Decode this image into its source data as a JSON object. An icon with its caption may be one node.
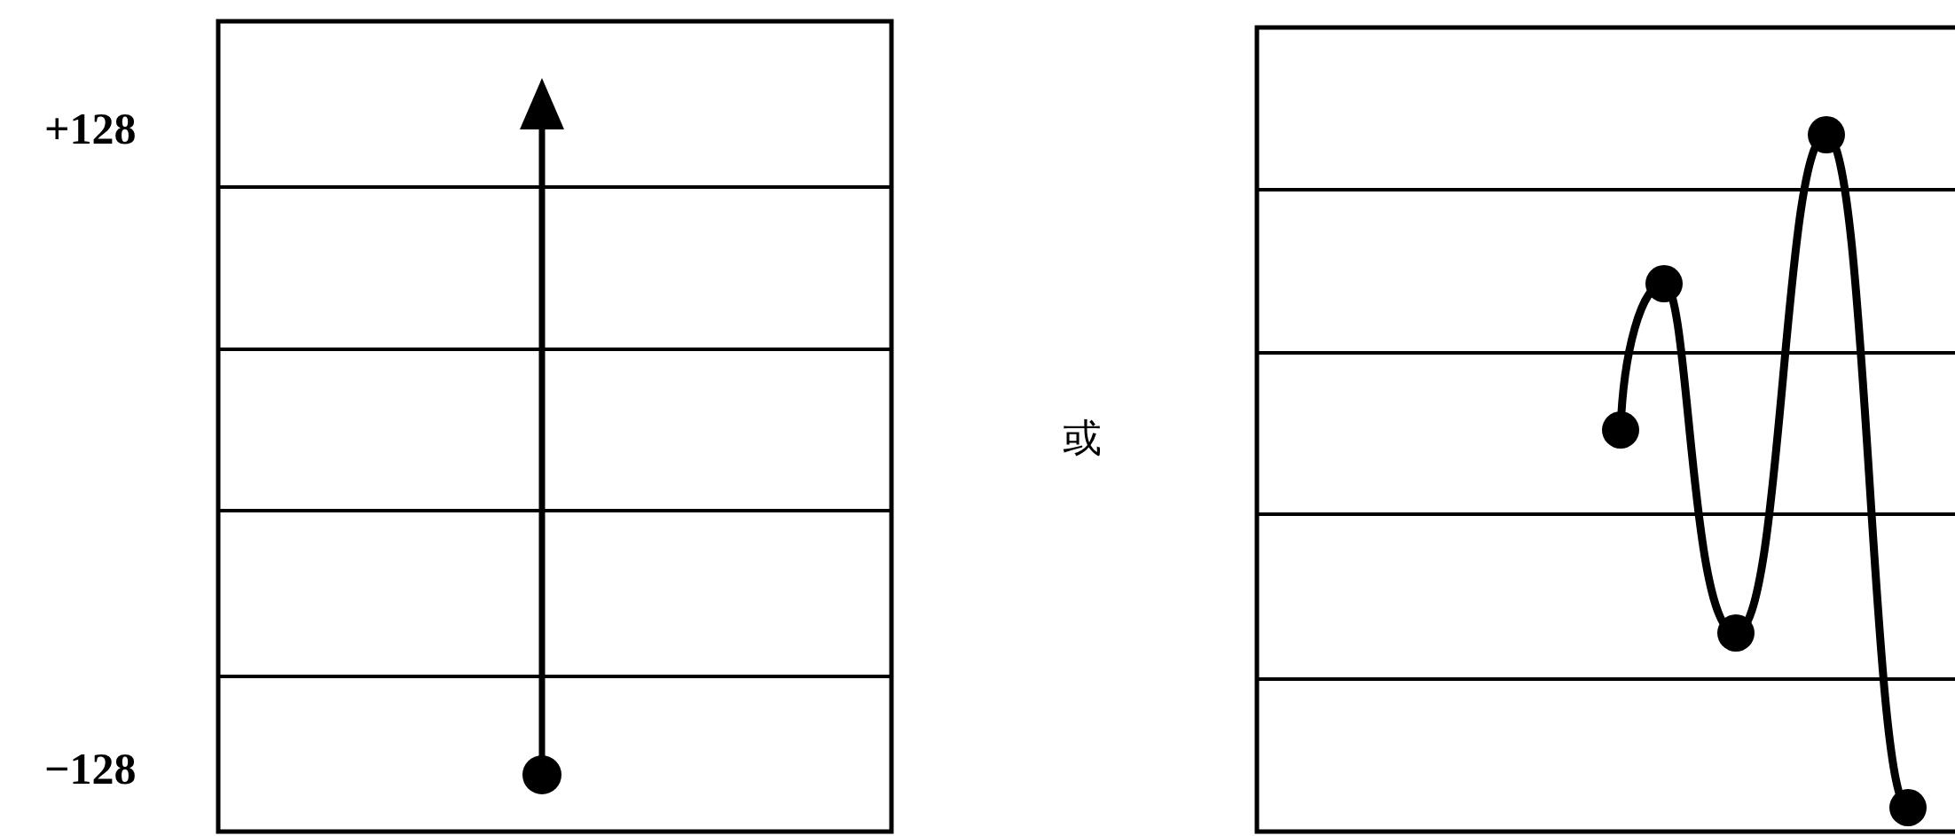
{
  "diagram": {
    "labels": [
      "+128",
      "−128",
      "或"
    ]
  }
}
